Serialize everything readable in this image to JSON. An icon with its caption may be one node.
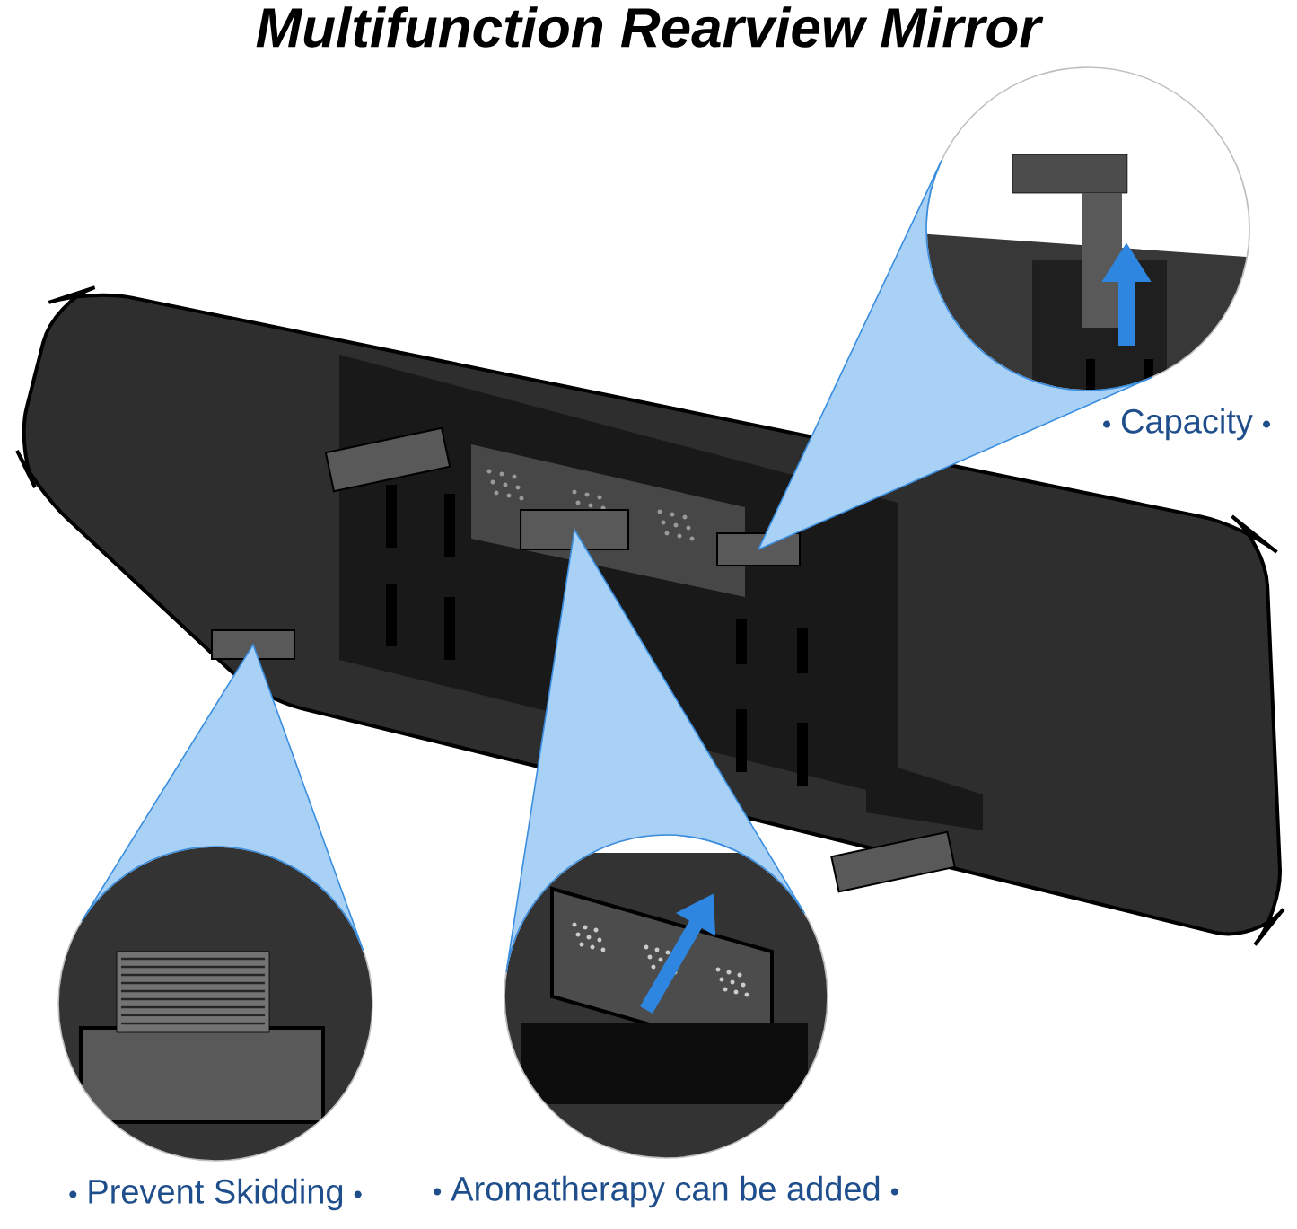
{
  "diagram": {
    "title": "Multifunction Rearview Mirror",
    "nodes": [
      {
        "text": [
          "Capacity"
        ]
      },
      {
        "text": [
          "Prevent Skidding"
        ]
      },
      {
        "text": [
          "Aromatherapy can be added"
        ]
      },
      {
        "text": [],
        "shape": "box"
      },
      {
        "text": [],
        "shape": "box"
      },
      {
        "text": [],
        "shape": "box"
      },
      {
        "text": [],
        "shape": "box"
      },
      {
        "text": [],
        "shape": "box"
      }
    ],
    "edges": [
      {
        "from": 3,
        "to": 0,
        "arrow": "none"
      },
      {
        "from": 4,
        "to": 1,
        "arrow": "none"
      },
      {
        "from": 5,
        "to": 2,
        "arrow": "none"
      }
    ]
  }
}
